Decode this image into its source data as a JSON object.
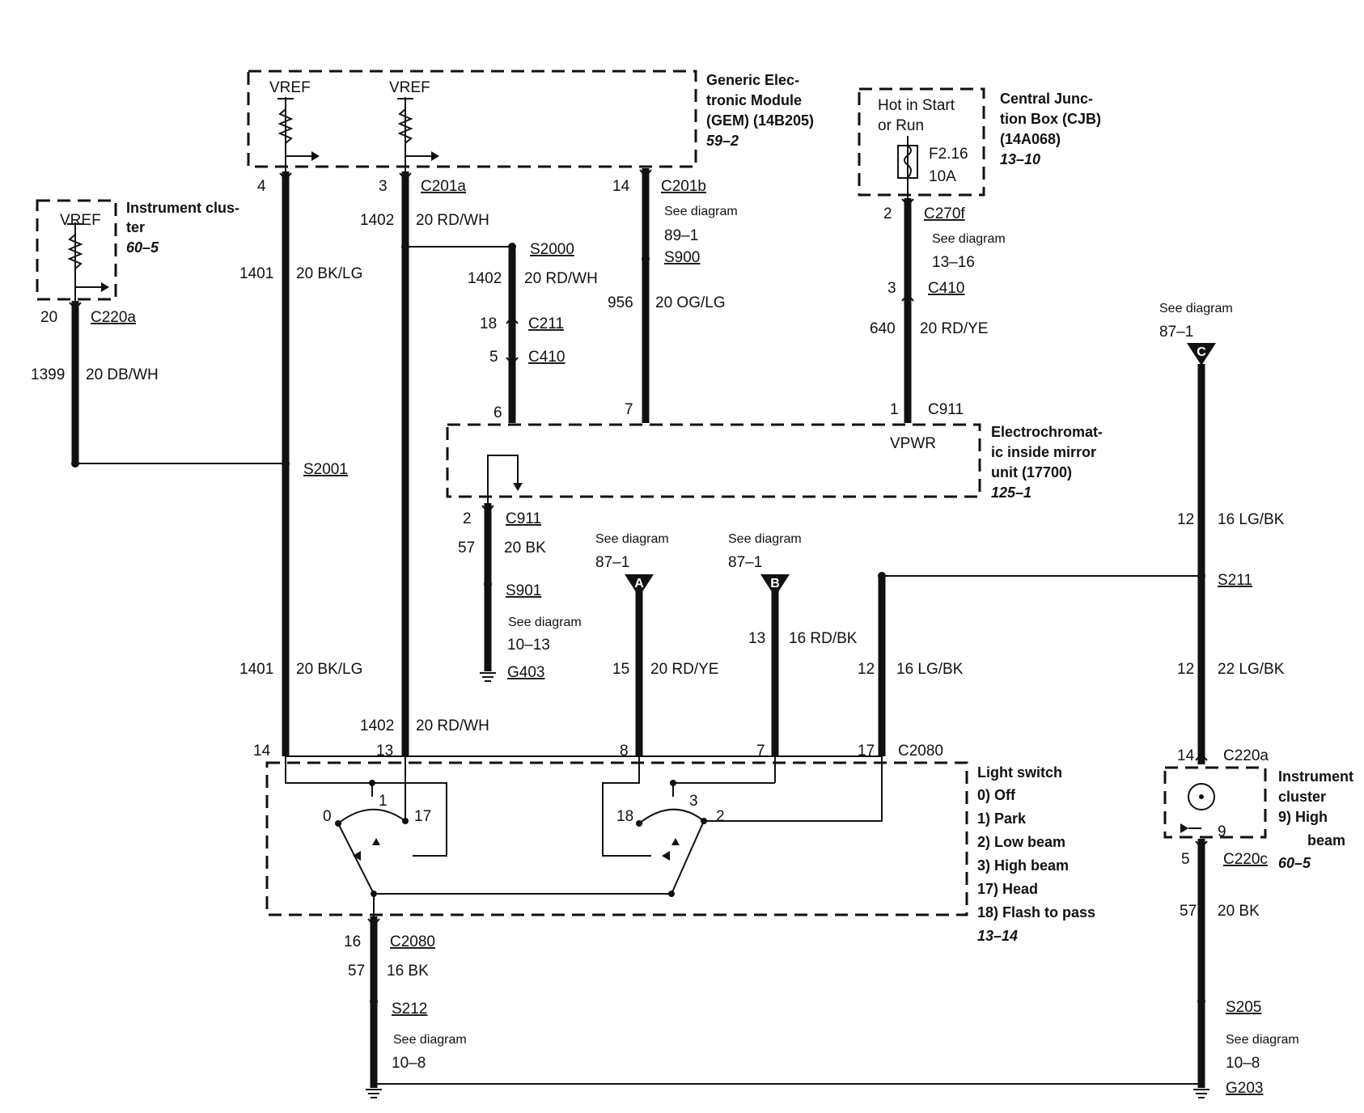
{
  "modules": {
    "gem": {
      "l1": "Generic Elec-",
      "l2": "tronic Module",
      "l3": "(GEM) (14B205)",
      "ref": "59–2"
    },
    "cjb": {
      "l1": "Central Junc-",
      "l2": "tion Box (CJB)",
      "l3": "(14A068)",
      "ref": "13–10",
      "hot1": "Hot in Start",
      "hot2": "or Run",
      "fuse": "F2.16",
      "amp": "10A"
    },
    "ic_left": {
      "l1": "Instrument clus-",
      "l2": "ter",
      "ref": "60–5",
      "vref": "VREF"
    },
    "mirror": {
      "l1": "Electrochromat-",
      "l2": "ic inside mirror",
      "l3": "unit (17700)",
      "ref": "125–1",
      "vpwr": "VPWR"
    },
    "light_switch": {
      "title": "Light switch",
      "ref": "13–14",
      "positions": [
        "0)  Off",
        "1)  Park",
        "2)  Low beam",
        "3)  High beam",
        "17) Head",
        "18) Flash to pass"
      ]
    },
    "ic_right": {
      "l1": "Instrument",
      "l2": "cluster",
      "l3": "9)  High",
      "l4": "beam",
      "ref": "60–5"
    }
  },
  "vref": "VREF",
  "see": "See diagram",
  "labels": {
    "p4": "4",
    "p3": "3",
    "c201a": "C201a",
    "n1402a": "1402",
    "w1402a": "20 RD/WH",
    "n1401a": "1401",
    "w1401a": "20 BK/LG",
    "p14gem": "14",
    "c201b": "C201b",
    "r891": "89–1",
    "s900": "S900",
    "n956": "956",
    "w956": "20 OG/LG",
    "s2000": "S2000",
    "n1402b": "1402",
    "w1402b": "20 RD/WH",
    "p18": "18",
    "c211": "C211",
    "p5": "5",
    "c410a": "C410",
    "p6": "6",
    "p7": "7",
    "p2cjb": "2",
    "c270f": "C270f",
    "r1316": "13–16",
    "p3c410": "3",
    "c410b": "C410",
    "n640": "640",
    "w640": "20 RD/YE",
    "p1": "1",
    "c911a": "C911",
    "p20": "20",
    "c220a_l": "C220a",
    "n1399": "1399",
    "w1399": "20 DB/WH",
    "s2001": "S2001",
    "p2m": "2",
    "c911b": "C911",
    "n57m": "57",
    "w57m": "20 BK",
    "s901": "S901",
    "r1013": "10–13",
    "g403": "G403",
    "rA": "87–1",
    "rB": "87–1",
    "rC": "87–1",
    "cA": "A",
    "cB": "B",
    "cC": "C",
    "n15": "15",
    "w15": "20 RD/YE",
    "n13": "13",
    "w13": "16 RD/BK",
    "n12a": "12",
    "w12a": "16 LG/BK",
    "n12b": "12",
    "w12b": "16 LG/BK",
    "s211": "S211",
    "n12c": "12",
    "w12c": "22 LG/BK",
    "n1401b": "1401",
    "w1401b": "20 BK/LG",
    "n1402c": "1402",
    "w1402c": "20 RD/WH",
    "sp14": "14",
    "sp13": "13",
    "sp8": "8",
    "sp7": "7",
    "sp17": "17",
    "c2080a": "C2080",
    "sw0": "0",
    "sw1": "1",
    "sw17": "17",
    "sw18": "18",
    "sw3": "3",
    "sw2": "2",
    "p16": "16",
    "c2080b": "C2080",
    "n57a": "57",
    "w57a": "16 BK",
    "s212": "S212",
    "r108a": "10–8",
    "ic14": "14",
    "c220a_r": "C220a",
    "ic9": "9",
    "ic5": "5",
    "c220c": "C220c",
    "n57b": "57",
    "w57b": "20 BK",
    "s205": "S205",
    "r108b": "10–8",
    "g203": "G203"
  }
}
